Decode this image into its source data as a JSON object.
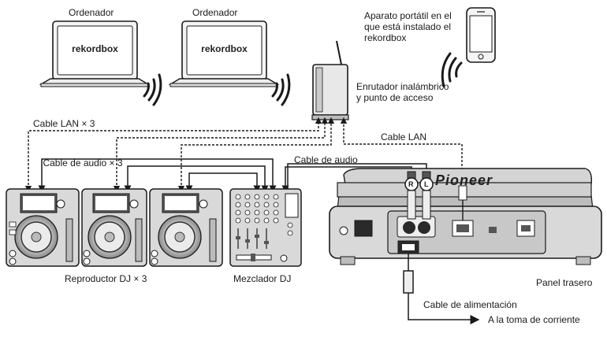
{
  "labels": {
    "computer_1": "Ordenador",
    "computer_2": "Ordenador",
    "rekordbox_1": "rekordbox",
    "rekordbox_2": "rekordbox",
    "mobile_device": "Aparato portátil en el que está instalado el rekordbox",
    "router": "Enrutador inalámbrico y punto de acceso",
    "lan_x3": "Cable LAN × 3",
    "lan_single": "Cable LAN",
    "audio_x3": "Cable de audio × 3",
    "audio_single": "Cable de audio",
    "players": "Reproductor DJ × 3",
    "mixer": "Mezclador DJ",
    "rear_panel": "Panel trasero",
    "power_cable": "Cable de alimentación",
    "power_outlet": "A la toma de corriente",
    "brand": "Pioneer",
    "jack_r": "R",
    "jack_l": "L"
  },
  "colors": {
    "line": "#1a1a1a",
    "device_body": "#d9d9d9",
    "device_dark": "#555555",
    "screen": "#ffffff"
  }
}
